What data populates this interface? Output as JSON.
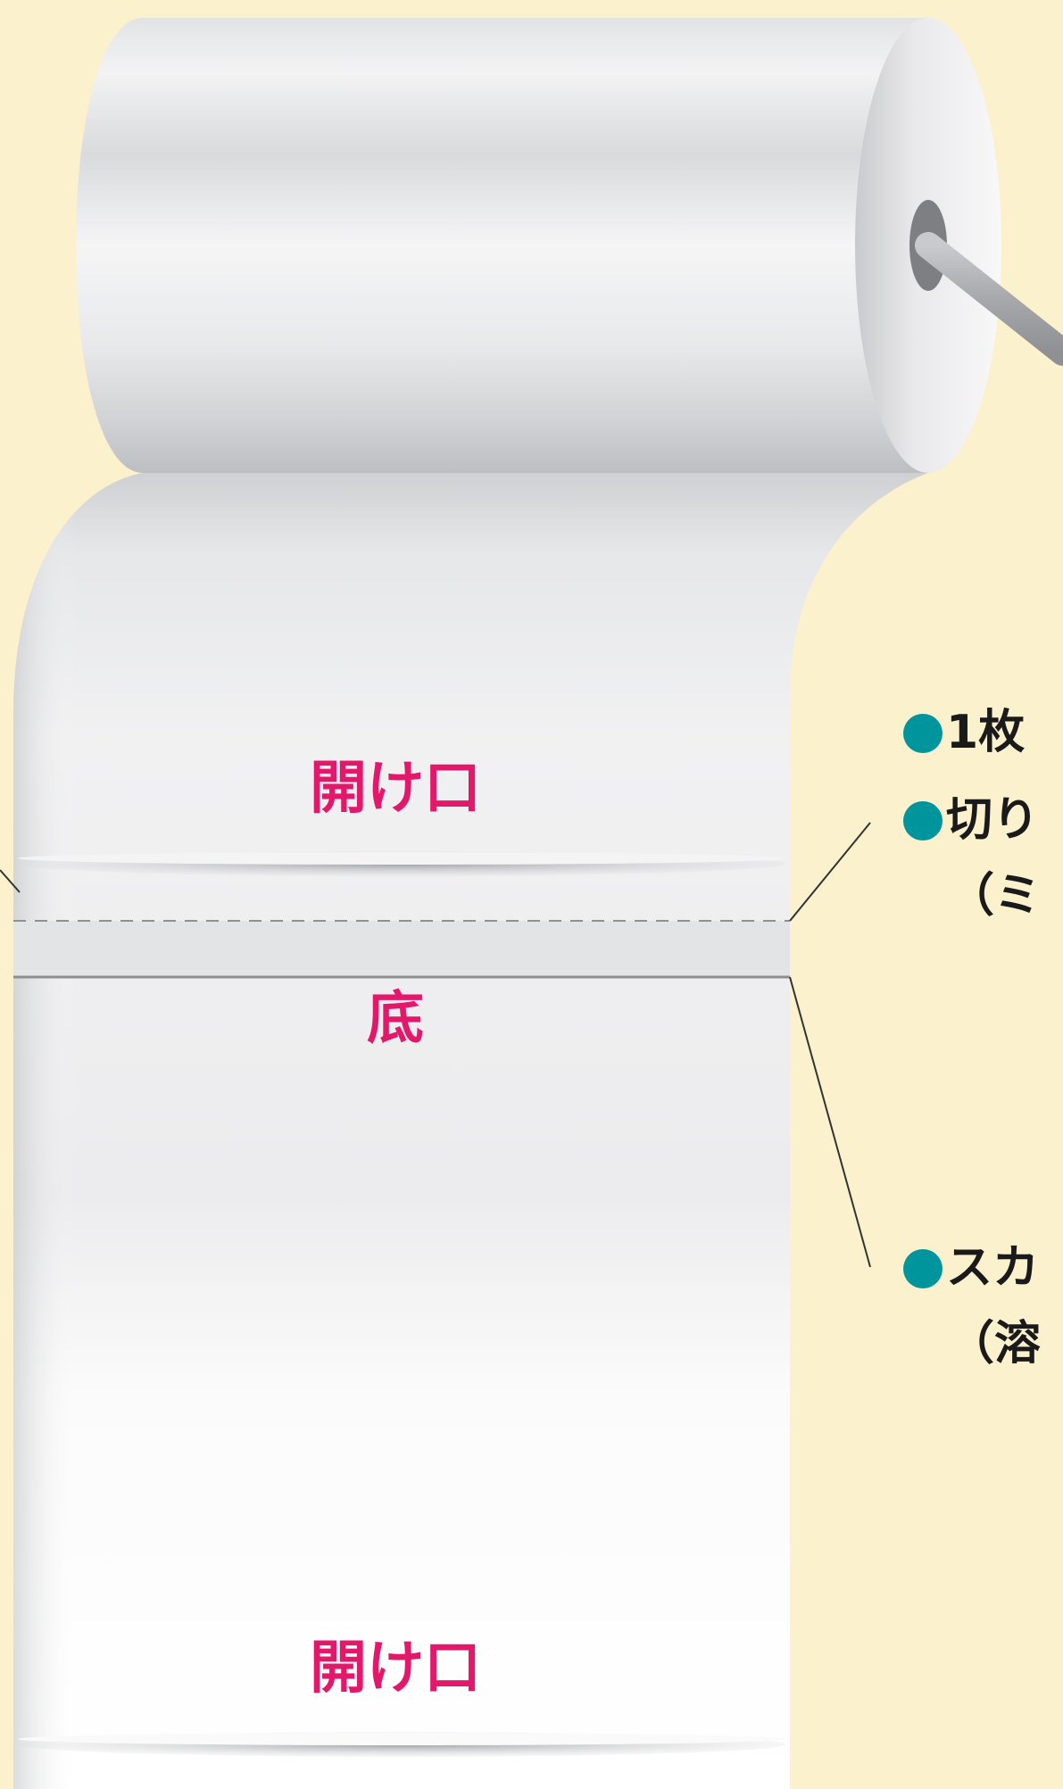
{
  "roll": {
    "label_top_opening": "開け口",
    "label_bottom": "底",
    "label_lower_opening": "開け口"
  },
  "notes": [
    {
      "line1": "1枚",
      "line2": ""
    },
    {
      "line1": "切り",
      "line2": "（ミ"
    },
    {
      "line1": "スカ",
      "line2": "（溶"
    }
  ],
  "colors": {
    "background": "#fbf1cd",
    "label_pink": "#e4186b",
    "bullet_teal": "#00959c",
    "text_dark": "#1a1a1a"
  },
  "icons": {
    "bullet": "teal-circle",
    "axle": "roll-axle"
  }
}
